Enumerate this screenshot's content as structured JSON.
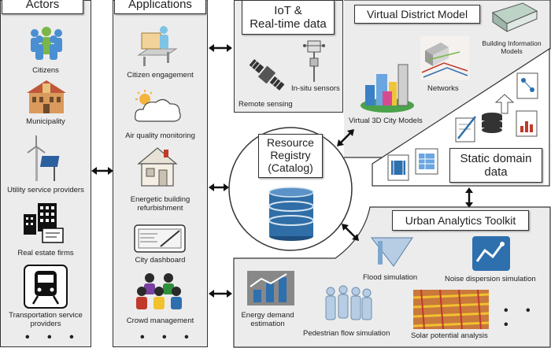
{
  "actors": {
    "title": "Actors",
    "items": [
      "Citizens",
      "Municipality",
      "Utility service providers",
      "Real estate firms",
      "Transportation service providers"
    ],
    "more": "• • •"
  },
  "applications": {
    "title": "Applications",
    "items": [
      "Citizen engagement",
      "Air quality monitoring",
      "Energetic building refurbishment",
      "City dashboard",
      "Crowd management"
    ],
    "more": "• • •"
  },
  "iot": {
    "title_line1": "IoT &",
    "title_line2": "Real-time data",
    "remote_sensing": "Remote sensing",
    "in_situ": "In-situ sensors"
  },
  "district": {
    "title": "Virtual District Model",
    "bim": "Building Information Models",
    "networks": "Networks",
    "city3d": "Virtual 3D City Models"
  },
  "registry": {
    "line1": "Resource",
    "line2": "Registry",
    "line3": "(Catalog)"
  },
  "static": {
    "line1": "Static domain",
    "line2": "data"
  },
  "toolkit": {
    "title": "Urban Analytics Toolkit",
    "flood": "Flood simulation",
    "noise": "Noise dispersion simulation",
    "energy": "Energy demand estimation",
    "pedestrian": "Pedestrian flow simulation",
    "solar": "Solar potential analysis",
    "more": "• • •"
  },
  "colors": {
    "panel": "#ececec",
    "accent_blue": "#2e6fad",
    "registry_blue": "#2f6ea7"
  }
}
